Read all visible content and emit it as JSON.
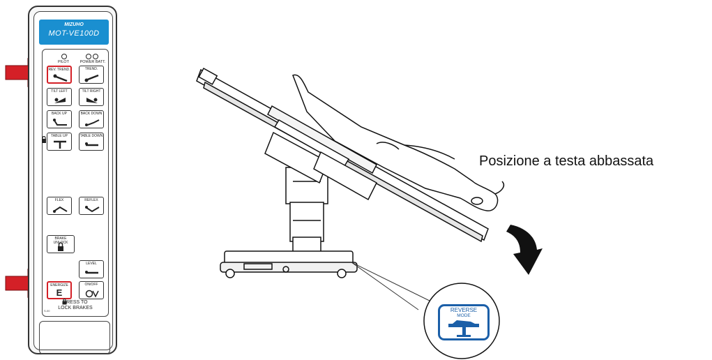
{
  "remote": {
    "brand": "MIZUHO",
    "model": "MOT-VE100D",
    "indicators": {
      "pilot": "PILOT",
      "power_batt": "POWER BATT."
    },
    "buttons": {
      "rev_trend": "REV. TREND.",
      "trend": "TREND.",
      "tilt_left": "TILT LEFT",
      "tilt_right": "TILT RIGHT",
      "back_up": "BACK UP",
      "back_down": "BACK DOWN",
      "table_up": "TABLE UP",
      "table_down": "TABLE DOWN",
      "flex": "FLEX",
      "reflex": "REFLEX",
      "brake_unlock": "BRAKE UNLOCK",
      "level": "LEVEL",
      "energize": "ENERGIZE",
      "energize_glyph": "E",
      "on_off": "ON/OFF"
    },
    "lock_text_1": "PRESS TO",
    "lock_text_2": "LOCK BRAKES",
    "serial_mark": "S-00"
  },
  "caption": "Posizione a testa abbassata",
  "reverse_badge": {
    "line1": "REVERSE",
    "line2": "MODE"
  },
  "colors": {
    "accent_red": "#d42027",
    "brand_blue": "#1a8fd0",
    "badge_blue": "#1b5fa8"
  },
  "icons": [
    "arrow-pointer-icon",
    "lock-icon",
    "curved-arrow-icon",
    "power-icon"
  ]
}
